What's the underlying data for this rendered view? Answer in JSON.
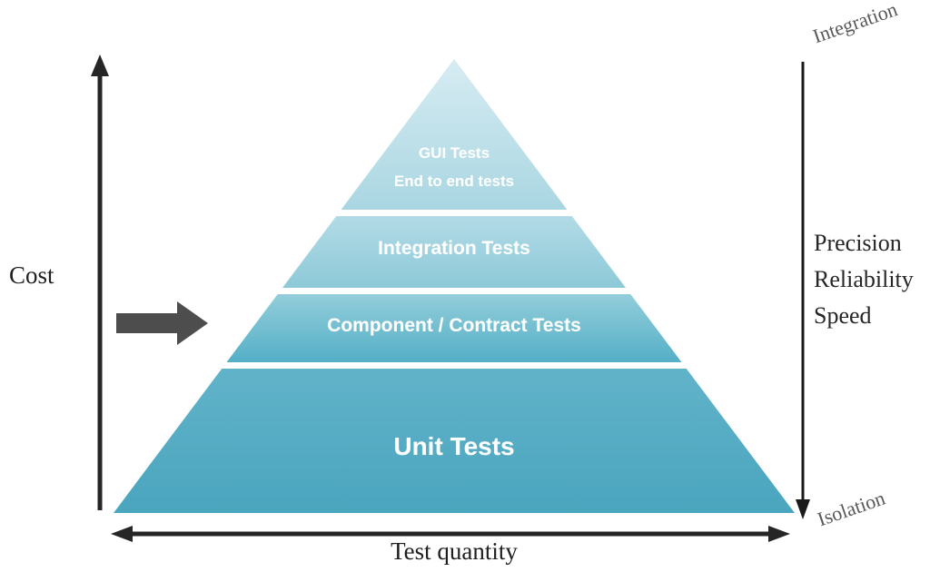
{
  "title": "Test pyramid diagram",
  "colors": {
    "layer1_top": "#d7ecf2",
    "layer1_bottom": "#a9d6e2",
    "layer2_top": "#b2dbe6",
    "layer2_bottom": "#8dc9d8",
    "layer3_top": "#93cdda",
    "layer3_bottom": "#54afc7",
    "layer4_top": "#61b3c9",
    "layer4_bottom": "#4aa5be",
    "thick_arrow": "#4d4d4d",
    "axis": "#262626",
    "right_axis": "#1a1a1a",
    "rotated_label": "#595959",
    "pyramid_text": "#ffffff"
  },
  "pyramid": {
    "layer1_line1": "GUI Tests",
    "layer1_line2": "End to end tests",
    "layer2_label": "Integration Tests",
    "layer3_label": "Component / Contract Tests",
    "layer4_label": "Unit Tests"
  },
  "axes": {
    "cost_label": "Cost",
    "quantity_label": "Test quantity"
  },
  "right_side": {
    "top_label": "Integration",
    "bottom_label": "Isolation",
    "line1": "Precision",
    "line2": "Reliability",
    "line3": "Speed"
  }
}
